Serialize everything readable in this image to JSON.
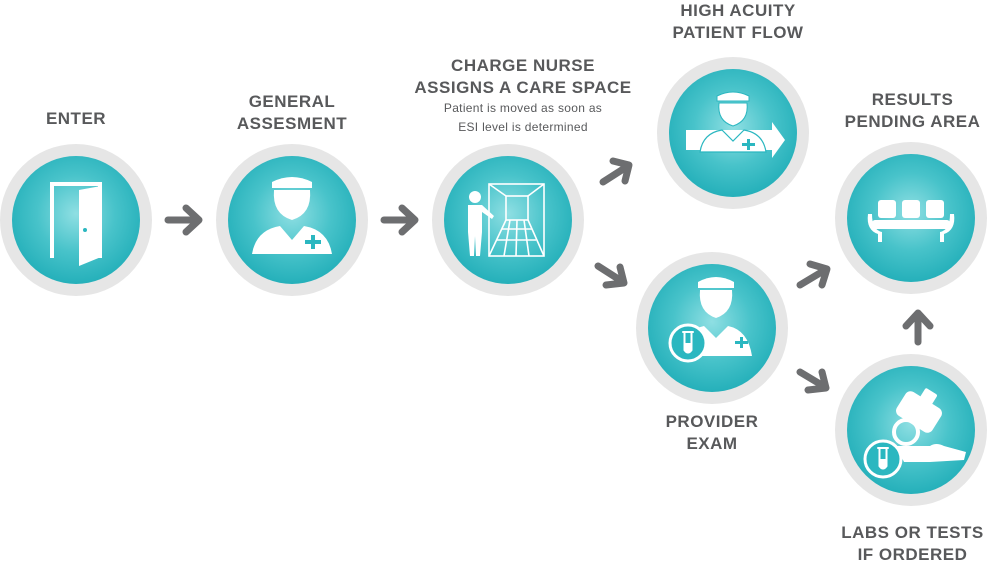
{
  "steps": {
    "enter": {
      "line1": "ENTER"
    },
    "general": {
      "line1": "GENERAL",
      "line2": "ASSESMENT"
    },
    "charge": {
      "line1": "CHARGE NURSE",
      "line2": "ASSIGNS A CARE SPACE",
      "sub1": "Patient is moved as soon as",
      "sub2": "ESI level is determined"
    },
    "high_acuity": {
      "line1": "HIGH ACUITY",
      "line2": "PATIENT FLOW"
    },
    "provider": {
      "line1": "PROVIDER",
      "line2": "EXAM"
    },
    "results": {
      "line1": "RESULTS",
      "line2": "PENDING AREA"
    },
    "labs": {
      "line1": "LABS OR TESTS",
      "line2": "IF ORDERED"
    }
  },
  "icons": {
    "enter": "door-icon",
    "general": "nurse-icon",
    "charge": "care-space-icon",
    "high_acuity": "nurse-arrow-icon",
    "provider": "provider-test-tube-icon",
    "results": "waiting-chairs-icon",
    "labs": "microscope-icon"
  },
  "colors": {
    "circle_outer": "#e6e6e6",
    "circle_inner": "#2bb7c0",
    "circle_center": "#7fd9de",
    "arrow": "#6d6e70",
    "text": "#58595b"
  }
}
